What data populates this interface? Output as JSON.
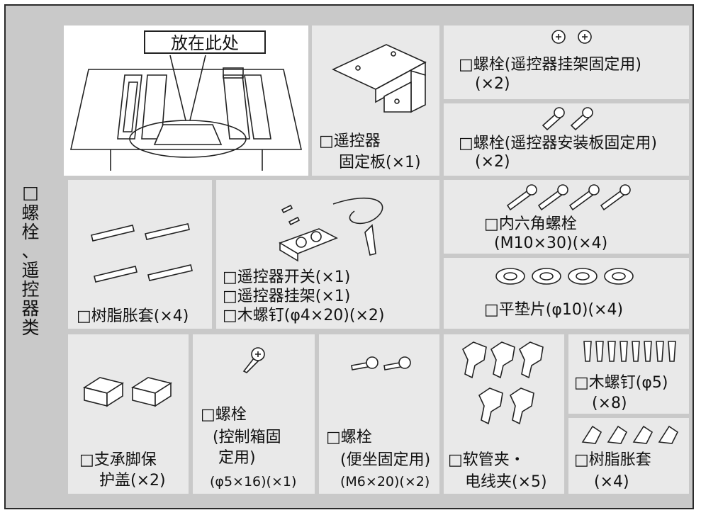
{
  "side_title": {
    "box": "□",
    "chars": [
      "螺",
      "栓",
      "、",
      "遥",
      "控",
      "器",
      "类"
    ]
  },
  "callout": "放在此处",
  "items": {
    "plate": [
      "□遥控器",
      "固定板(×1)"
    ],
    "bolt_hanger": [
      "□螺栓(遥控器挂架固定用)",
      "(×2)"
    ],
    "bolt_plate": [
      "□螺栓(遥控器安装板固定用)",
      "(×2)"
    ],
    "anchor4": [
      "□树脂胀套(×4)"
    ],
    "switch": [
      "□遥控器开关(×1)",
      "□遥控器挂架(×1)",
      "□木螺钉(φ4×20)(×2)"
    ],
    "hex_bolt": [
      "□内六角螺栓",
      "(M10×30)(×4)"
    ],
    "washer": [
      "□平垫片(φ10)(×4)"
    ],
    "foot_cover": [
      "□支承脚保",
      "护盖(×2)"
    ],
    "bolt_ctrl": [
      "□螺栓",
      "(控制箱固",
      "定用)",
      "(φ5×16)(×1)"
    ],
    "bolt_seat": [
      "□螺栓",
      "(便坐固定用)",
      "(M6×20)(×2)"
    ],
    "clip": [
      "□软管夹・",
      "电线夹(×5)"
    ],
    "wood_screw": [
      "□木螺钉(φ5)",
      "(×8)"
    ],
    "anchor4b": [
      "□树脂胀套",
      "(×4)"
    ]
  }
}
